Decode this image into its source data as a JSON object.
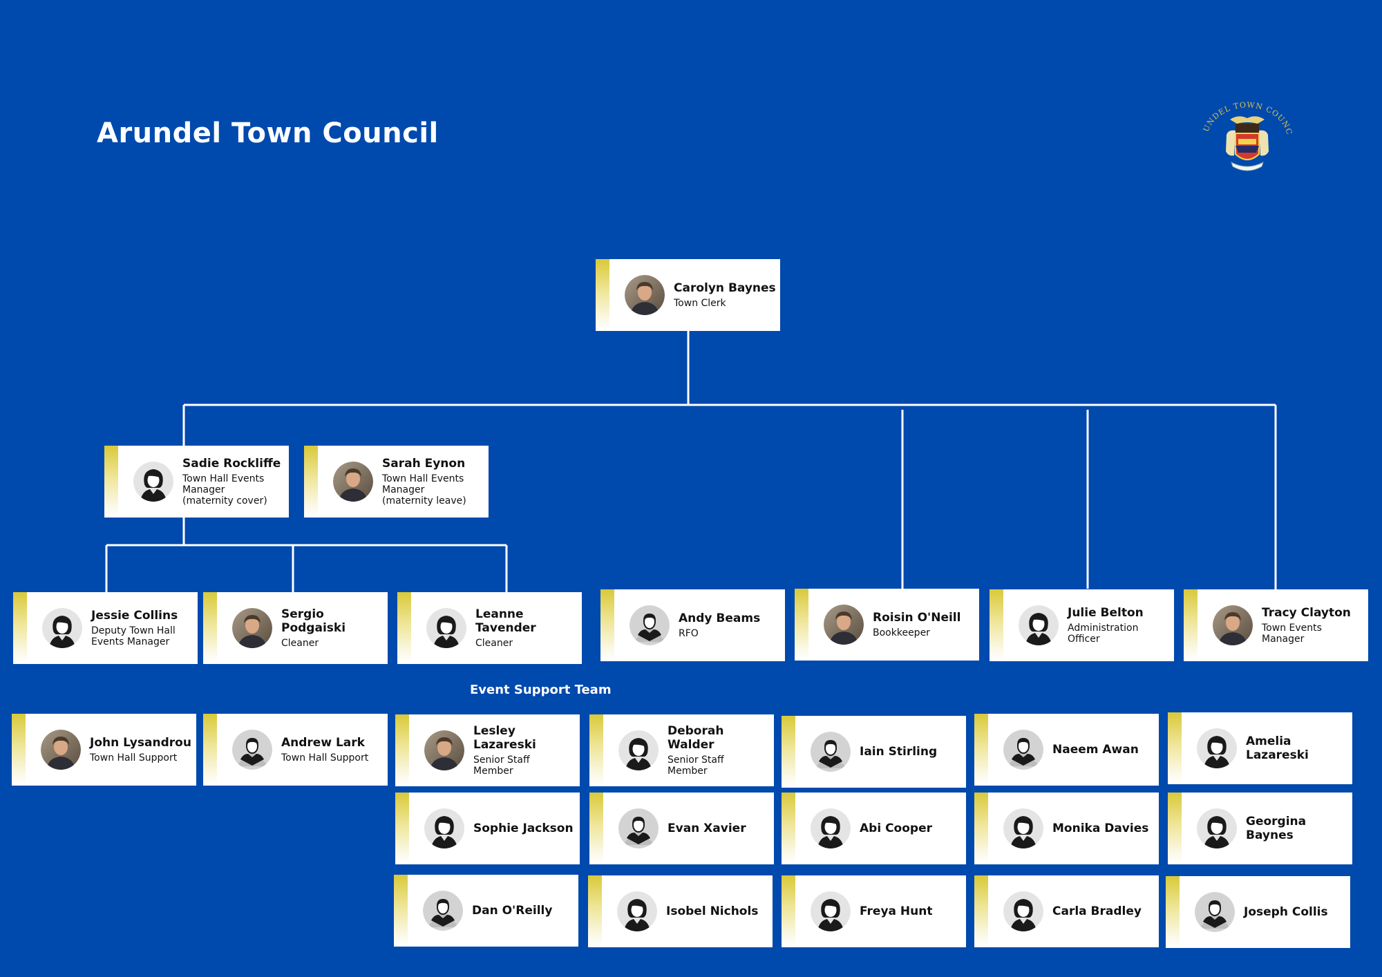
{
  "title": "Arundel Town Council",
  "logo": {
    "text": "ARUNDEL TOWN COUNCIL",
    "icon": "council-crest-icon"
  },
  "colors": {
    "background": "#0049ad",
    "card": "#ffffff",
    "accent": "#d9c93a",
    "line": "#ffffff"
  },
  "team_label": "Event Support Team",
  "people": {
    "carolyn": {
      "name": "Carolyn Baynes",
      "role": "Town Clerk",
      "avatar": "photo-icon"
    },
    "sadie": {
      "name": "Sadie Rockliffe",
      "role": "Town Hall Events\nManager\n(maternity cover)",
      "avatar": "female-avatar-icon"
    },
    "sarah": {
      "name": "Sarah Eynon",
      "role": "Town Hall Events\nManager\n(maternity leave)",
      "avatar": "photo-icon"
    },
    "jessie": {
      "name": "Jessie Collins",
      "role": "Deputy Town Hall\nEvents Manager",
      "avatar": "female-avatar-icon"
    },
    "sergio": {
      "name": "Sergio Podgaiski",
      "role": "Cleaner",
      "avatar": "photo-icon"
    },
    "leanne": {
      "name": "Leanne Tavender",
      "role": "Cleaner",
      "avatar": "female-avatar-icon"
    },
    "andy": {
      "name": "Andy Beams",
      "role": "RFO",
      "avatar": "male-avatar-icon"
    },
    "roisin": {
      "name": "Roisin O'Neill",
      "role": "Bookkeeper",
      "avatar": "photo-icon"
    },
    "julie": {
      "name": "Julie Belton",
      "role": "Administration\nOfficer",
      "avatar": "female-avatar-icon"
    },
    "tracy": {
      "name": "Tracy Clayton",
      "role": "Town Events\nManager",
      "avatar": "photo-icon"
    },
    "john": {
      "name": "John Lysandrou",
      "role": "Town Hall Support",
      "avatar": "photo-icon"
    },
    "andrew": {
      "name": "Andrew Lark",
      "role": "Town Hall Support",
      "avatar": "male-avatar-icon"
    },
    "lesley": {
      "name": "Lesley Lazareski",
      "role": "Senior Staff\nMember",
      "avatar": "photo-icon"
    },
    "deborah": {
      "name": "Deborah Walder",
      "role": "Senior Staff\nMember",
      "avatar": "female-avatar-icon"
    },
    "iain": {
      "name": "Iain Stirling",
      "role": "",
      "avatar": "male-avatar-icon"
    },
    "naeem": {
      "name": "Naeem Awan",
      "role": "",
      "avatar": "male-avatar-icon"
    },
    "amelia": {
      "name": "Amelia\nLazareski",
      "role": "",
      "avatar": "female-avatar-icon"
    },
    "sophie": {
      "name": "Sophie Jackson",
      "role": "",
      "avatar": "female-avatar-icon"
    },
    "evan": {
      "name": "Evan Xavier",
      "role": "",
      "avatar": "male-avatar-icon"
    },
    "abi": {
      "name": "Abi Cooper",
      "role": "",
      "avatar": "female-avatar-icon"
    },
    "monika": {
      "name": "Monika Davies",
      "role": "",
      "avatar": "female-avatar-icon"
    },
    "georgina": {
      "name": "Georgina Baynes",
      "role": "",
      "avatar": "female-avatar-icon"
    },
    "dan": {
      "name": "Dan O'Reilly",
      "role": "",
      "avatar": "male-avatar-icon"
    },
    "isobel": {
      "name": "Isobel Nichols",
      "role": "",
      "avatar": "female-avatar-icon"
    },
    "freya": {
      "name": "Freya Hunt",
      "role": "",
      "avatar": "female-avatar-icon"
    },
    "carla": {
      "name": "Carla Bradley",
      "role": "",
      "avatar": "female-avatar-icon"
    },
    "joseph": {
      "name": "Joseph Collis",
      "role": "",
      "avatar": "male-avatar-icon"
    }
  }
}
